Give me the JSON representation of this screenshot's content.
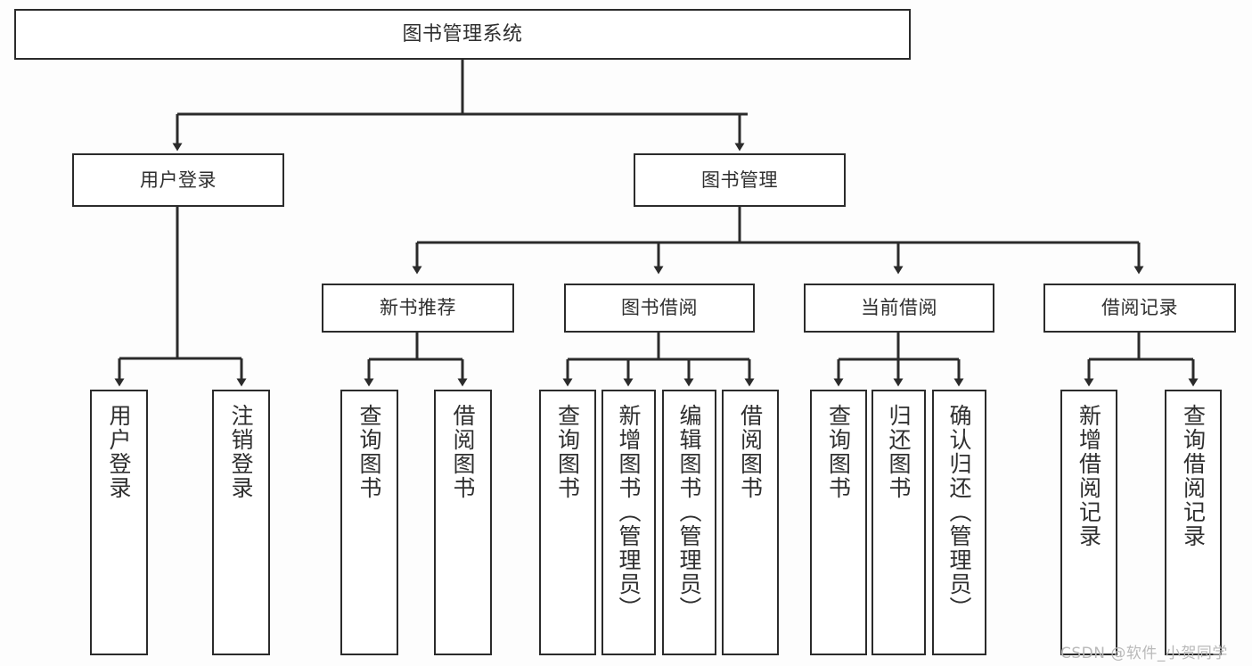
{
  "diagram": {
    "title": "图书管理系统",
    "type": "tree-hierarchy-chart",
    "colors": {
      "background": "#fdfdfd",
      "node_fill": "#ffffff",
      "node_stroke": "#2b2b2b",
      "connector": "#2b2b2b",
      "text": "#2f2f2f",
      "watermark": "#b9b9b9"
    }
  },
  "nodes": {
    "root": {
      "label": "图书管理系统"
    },
    "level1": [
      {
        "id": "user-login",
        "label": "用户登录"
      },
      {
        "id": "book-manage",
        "label": "图书管理"
      }
    ],
    "level2": [
      {
        "id": "new-book-recommend",
        "label": "新书推荐"
      },
      {
        "id": "book-borrow",
        "label": "图书借阅"
      },
      {
        "id": "current-borrow",
        "label": "当前借阅"
      },
      {
        "id": "borrow-record",
        "label": "借阅记录"
      }
    ],
    "leaves": {
      "user-login": [
        {
          "id": "leaf-user-login",
          "label": "用户登录"
        },
        {
          "id": "leaf-logout-login",
          "label": "注销登录"
        }
      ],
      "new-book-recommend": [
        {
          "id": "leaf-query-book-1",
          "label": "查询图书"
        },
        {
          "id": "leaf-borrow-book-1",
          "label": "借阅图书"
        }
      ],
      "book-borrow": [
        {
          "id": "leaf-query-book-2",
          "label": "查询图书"
        },
        {
          "id": "leaf-add-book",
          "label": "新增图书（管理员）"
        },
        {
          "id": "leaf-edit-book",
          "label": "编辑图书（管理员）"
        },
        {
          "id": "leaf-borrow-book-2",
          "label": "借阅图书"
        }
      ],
      "current-borrow": [
        {
          "id": "leaf-query-book-3",
          "label": "查询图书"
        },
        {
          "id": "leaf-return-book",
          "label": "归还图书"
        },
        {
          "id": "leaf-confirm-return",
          "label": "确认归还（管理员）"
        }
      ],
      "borrow-record": [
        {
          "id": "leaf-add-record",
          "label": "新增借阅记录"
        },
        {
          "id": "leaf-query-record",
          "label": "查询借阅记录"
        }
      ]
    }
  },
  "watermark": {
    "text": "CSDN @软件_小贺同学"
  }
}
